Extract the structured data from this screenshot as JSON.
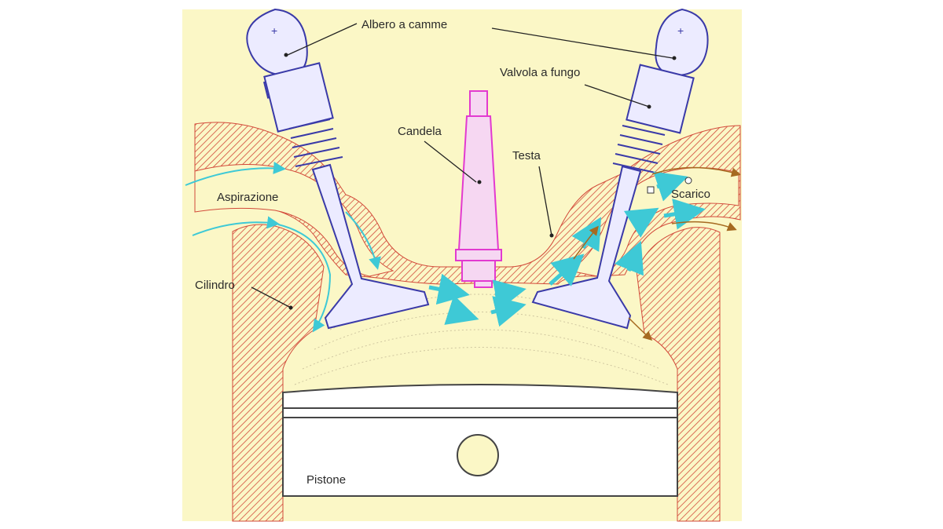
{
  "labels": {
    "camshaft": "Albero a camme",
    "poppet_valve": "Valvola a fungo",
    "spark_plug": "Candela",
    "head": "Testa",
    "intake": "Aspirazione",
    "exhaust": "Scarico",
    "cylinder": "Cilindro",
    "piston": "Pistone"
  },
  "colors": {
    "background": "#fbf7c6",
    "hatch": "#d24a3a",
    "valve_outline": "#3a3aa8",
    "valve_fill": "#ecebff",
    "spark_plug": "#e23ad0",
    "flow_intake": "#3ec9d6",
    "flow_exhaust": "#a66a20",
    "outline": "#444444"
  }
}
